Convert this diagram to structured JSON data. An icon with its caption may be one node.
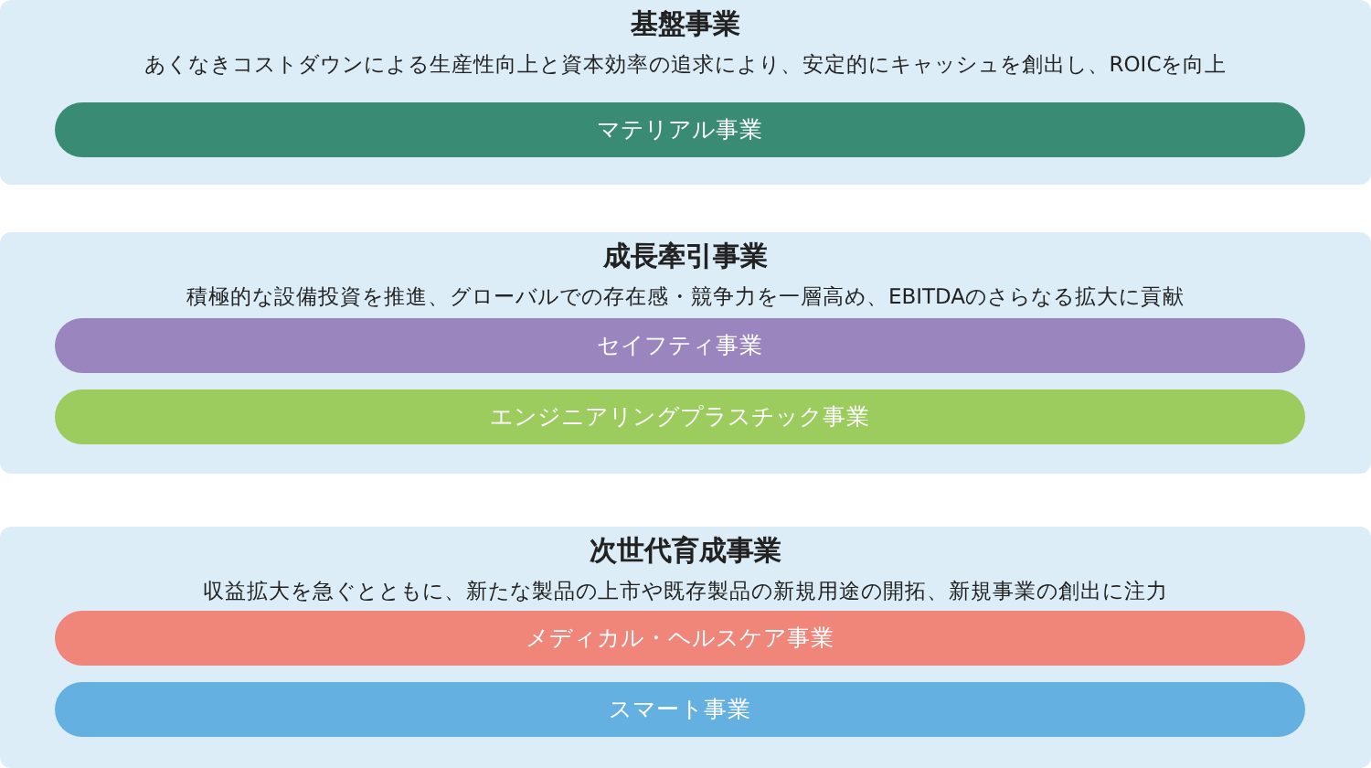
{
  "diagram": {
    "nodes": [
      {
        "text": [
          "基盤事業",
          "あくなきコストダウンによる生産性向上と資本効率の追求により、安定的にキャッシュを創出し、ROICを向上"
        ]
      },
      {
        "text": [
          "マテリアル事業"
        ],
        "in": 0
      },
      {
        "text": [
          "成長牽引事業",
          "積極的な設備投資を推進、グローバルでの存在感・競争力を一層高め、EBITDAのさらなる拡大に貢献"
        ]
      },
      {
        "text": [
          "セイフティ事業"
        ],
        "in": 2
      },
      {
        "text": [
          "エンジニアリングプラスチック事業"
        ],
        "in": 2
      },
      {
        "text": [
          "次世代育成事業",
          "収益拡大を急ぐとともに、新たな製品の上市や既存製品の新規用途の開拓、新規事業の創出に注力"
        ]
      },
      {
        "text": [
          "メディカル・ヘルスケア事業"
        ],
        "in": 5
      },
      {
        "text": [
          "スマート事業"
        ],
        "in": 5
      }
    ]
  }
}
